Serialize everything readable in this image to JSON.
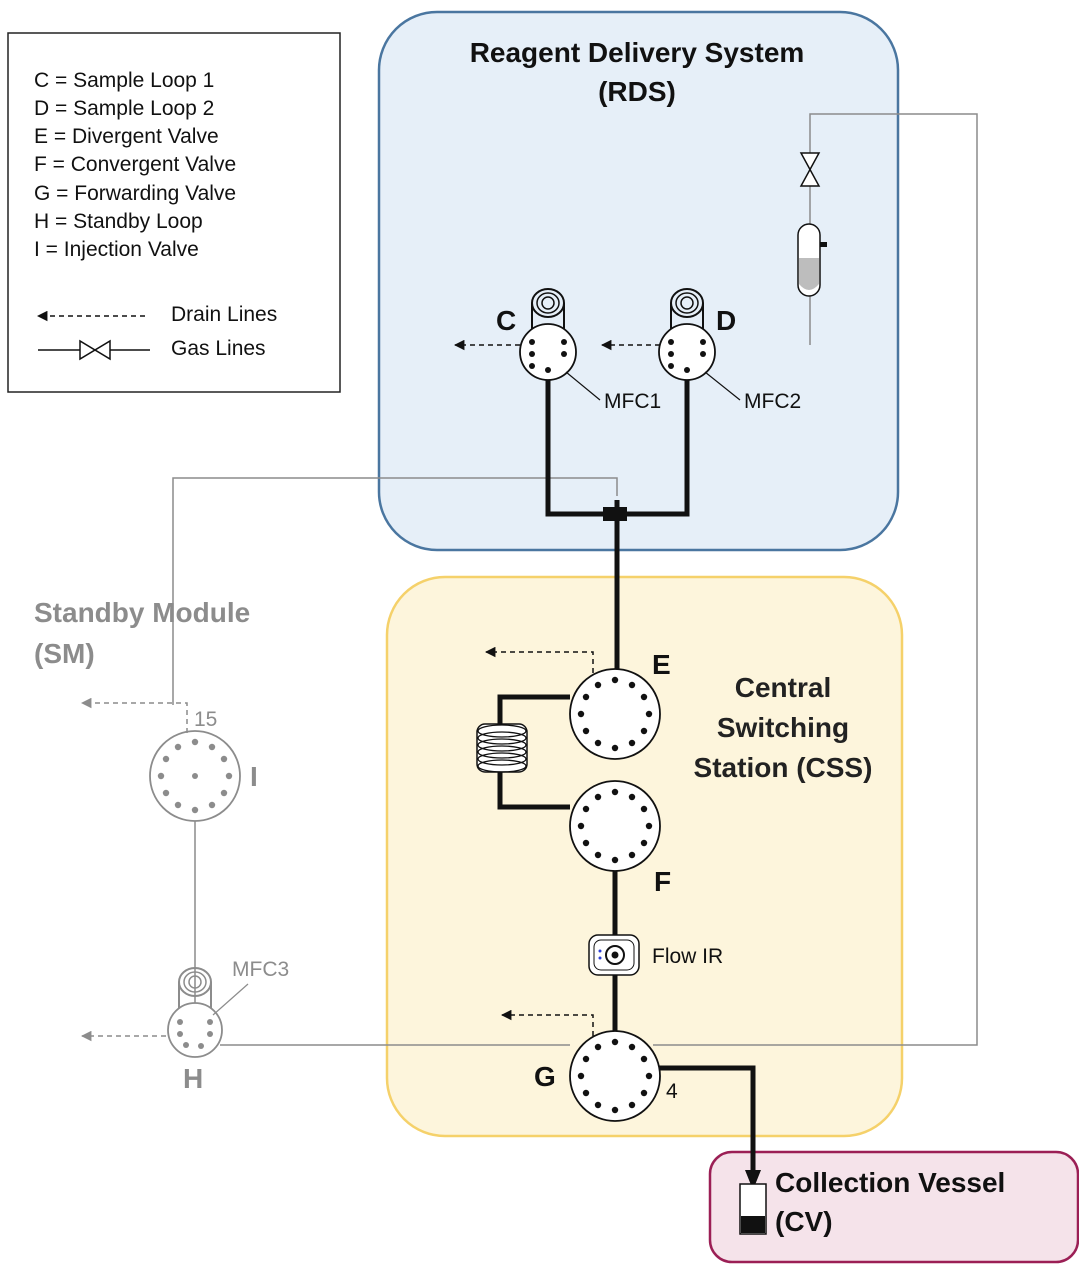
{
  "legend": {
    "items": [
      "C = Sample Loop 1",
      "D = Sample Loop 2",
      "E = Divergent Valve",
      "F = Convergent Valve",
      "G = Forwarding Valve",
      "H = Standby Loop",
      "I  = Injection Valve"
    ],
    "drain_lines_label": "Drain Lines",
    "gas_lines_label": "Gas Lines"
  },
  "rds": {
    "title_line1": "Reagent Delivery System",
    "title_line2": "(RDS)",
    "color_fill": "#e6eff8",
    "color_stroke": "#4a76a0"
  },
  "css": {
    "title_line1": "Central",
    "title_line2": "Switching",
    "title_line3": "Station (CSS)",
    "color_fill": "#fdf5dc",
    "color_stroke": "#f5d16a"
  },
  "sm": {
    "title_line1": "Standby Module",
    "title_line2": "(SM)",
    "color": "#8c8c8c"
  },
  "cv": {
    "title_line1": "Collection Vessel",
    "title_line2": "(CV)",
    "color_fill": "#f5e3ea",
    "color_stroke": "#9b1f55"
  },
  "valves": {
    "c": "C",
    "d": "D",
    "e": "E",
    "f": "F",
    "g": "G",
    "h": "H",
    "i": "I"
  },
  "labels": {
    "mfc1": "MFC1",
    "mfc2": "MFC2",
    "mfc3": "MFC3",
    "flow_ir": "Flow IR",
    "port_15": "15",
    "port_4": "4"
  }
}
